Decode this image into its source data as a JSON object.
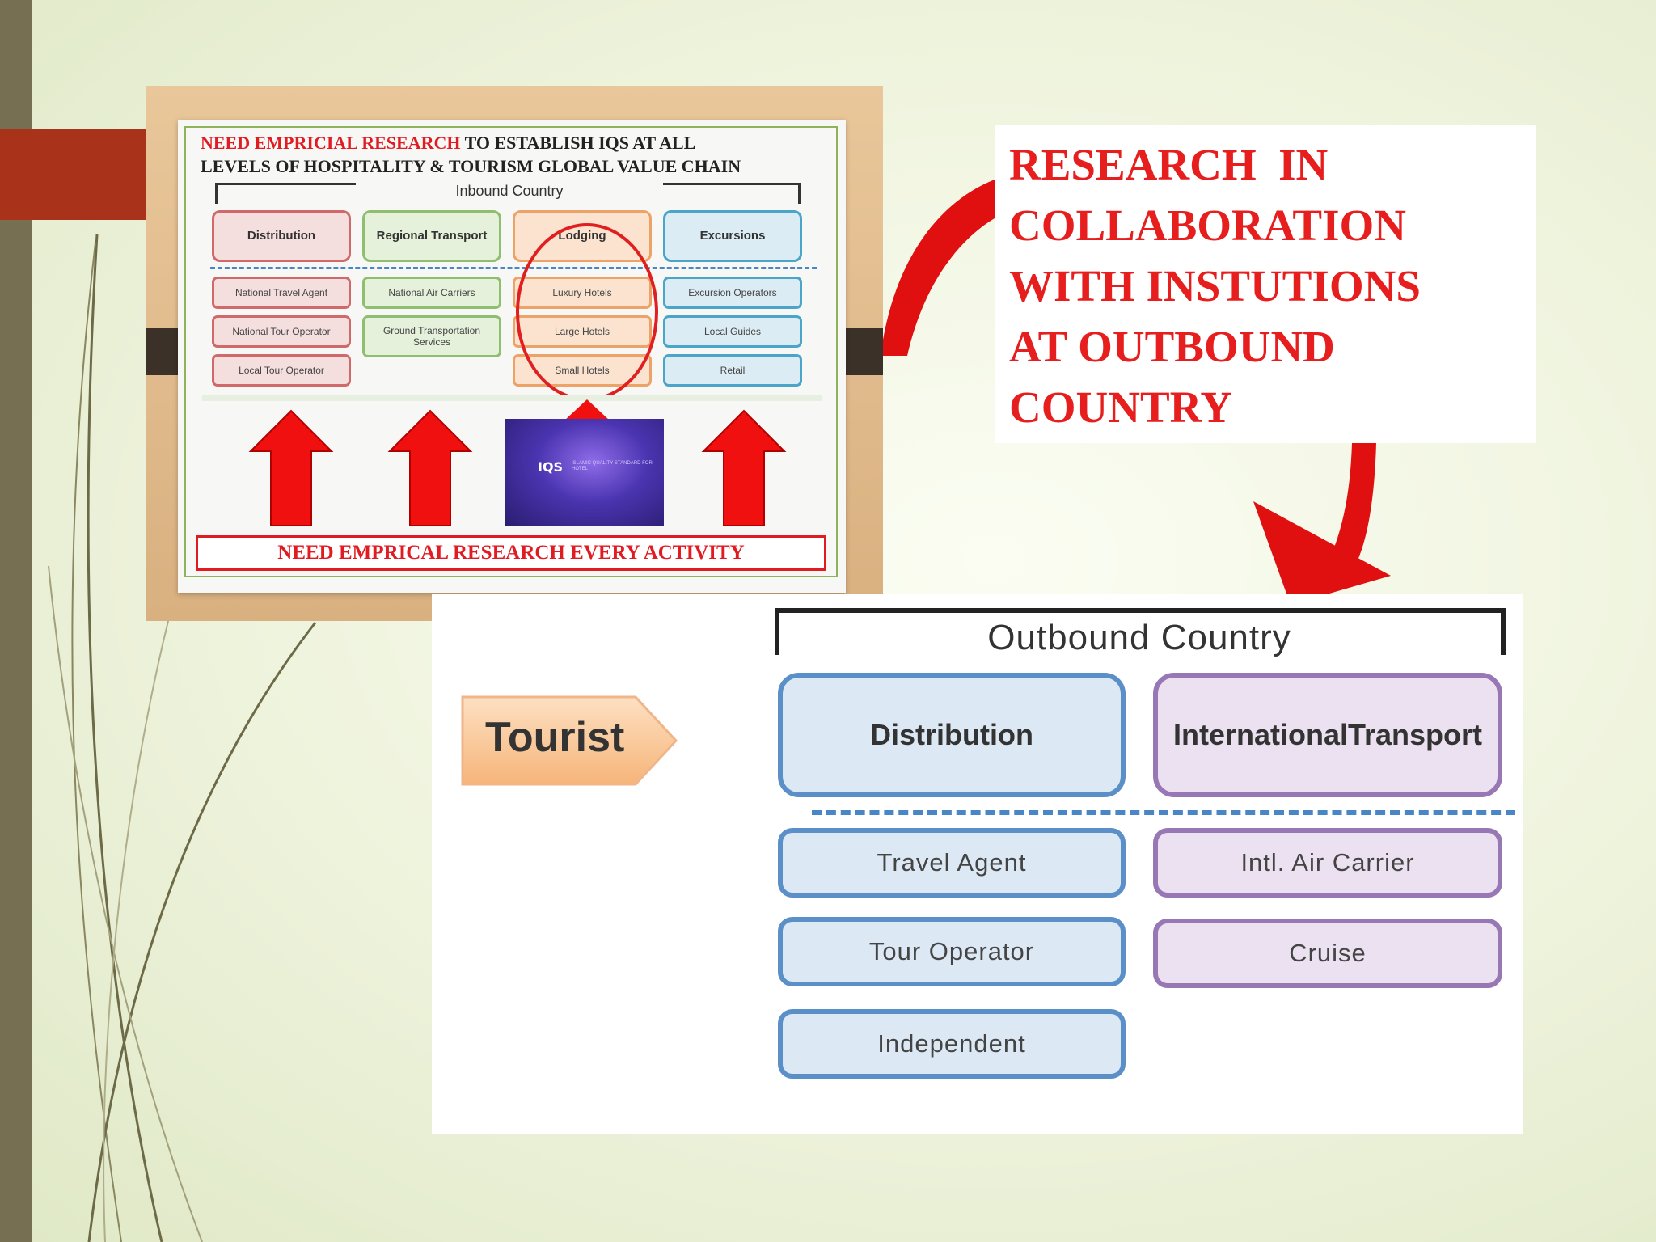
{
  "inset": {
    "title_red": "NEED EMPRICIAL RESEARCH",
    "title_rest_line1": " TO ESTABLISH IQS AT ALL",
    "title_line2": "LEVELS OF HOSPITALITY & TOURISM GLOBAL VALUE CHAIN",
    "inbound_label": "Inbound Country",
    "categories": [
      {
        "label": "Distribution",
        "subs": [
          "National Travel Agent",
          "National Tour Operator",
          "Local Tour Operator"
        ]
      },
      {
        "label": "Regional Transport",
        "subs": [
          "National Air Carriers",
          "Ground Transportation Services"
        ]
      },
      {
        "label": "Lodging",
        "subs": [
          "Luxury Hotels",
          "Large Hotels",
          "Small Hotels"
        ]
      },
      {
        "label": "Excursions",
        "subs": [
          "Excursion Operators",
          "Local Guides",
          "Retail"
        ]
      }
    ],
    "iqs_logo_text": "IQS",
    "iqs_tagline": "ISLAMIC QUALITY STANDARD FOR HOTEL",
    "bottom_banner": "NEED EMPRICAL RESEARCH EVERY ACTIVITY"
  },
  "callout": {
    "lines": [
      "RESEARCH  IN",
      "COLLABORATION",
      "WITH INSTUTIONS",
      "AT OUTBOUND",
      "COUNTRY"
    ]
  },
  "outbound": {
    "label": "Outbound Country",
    "tourist": "Tourist",
    "distribution": {
      "label": "Distribution",
      "subs": [
        "Travel Agent",
        "Tour Operator",
        "Independent"
      ]
    },
    "transport": {
      "label_line1": "International",
      "label_line2": "Transport",
      "subs": [
        "Intl. Air Carrier",
        "Cruise"
      ]
    }
  },
  "colors": {
    "accent_red": "#e61e1e",
    "sidebar": "#776f52",
    "tab": "#a8321a"
  }
}
